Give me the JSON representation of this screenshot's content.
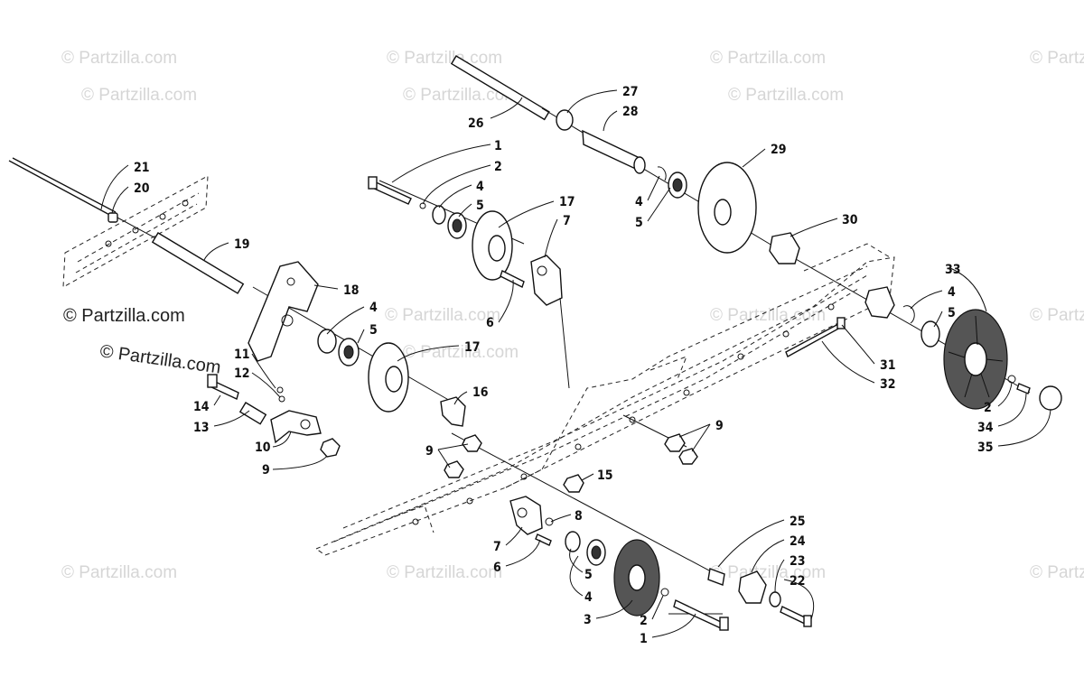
{
  "watermark": {
    "small": "© Partzilla.com",
    "large": "© Partzilla.com"
  },
  "callouts": {
    "c1a": "1",
    "c2a": "2",
    "c4a": "4",
    "c5a": "5",
    "c26": "26",
    "c27": "27",
    "c28": "28",
    "c29": "29",
    "c4b": "4",
    "c5b": "5",
    "c17a": "17",
    "c7a": "7",
    "c21": "21",
    "c20": "20",
    "c19": "19",
    "c18": "18",
    "c4c": "4",
    "c5c": "5",
    "c17b": "17",
    "c6a": "6",
    "c30": "30",
    "c33": "33",
    "c4d": "4",
    "c5d": "5",
    "c31": "31",
    "c32": "32",
    "c2b": "2",
    "c34": "34",
    "c35": "35",
    "c11": "11",
    "c12": "12",
    "c14": "14",
    "c13": "13",
    "c10": "10",
    "c9a": "9",
    "c16": "16",
    "c9b": "9",
    "c9c": "9",
    "c15": "15",
    "c8": "8",
    "c7b": "7",
    "c6b": "6",
    "c5e": "5",
    "c4e": "4",
    "c3": "3",
    "c2c": "2",
    "c1b": "1",
    "c25": "25",
    "c24": "24",
    "c23": "23",
    "c22": "22"
  },
  "colors": {
    "ink": "#111111",
    "watermark": "#d6d6d6",
    "wheel_fill": "#555555"
  }
}
